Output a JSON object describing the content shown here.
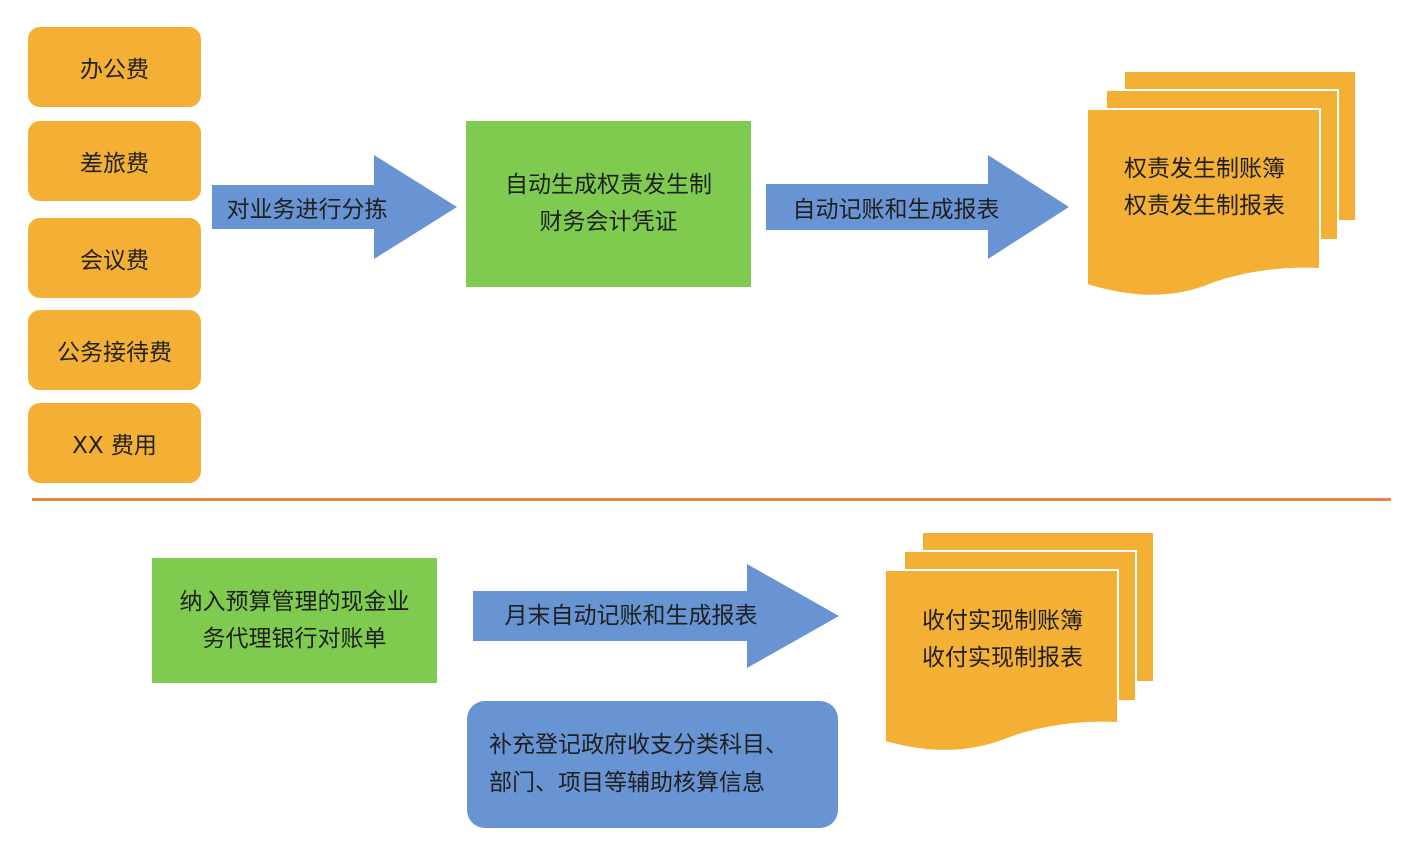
{
  "categories": [
    {
      "label": "办公费"
    },
    {
      "label": "差旅费"
    },
    {
      "label": "会议费"
    },
    {
      "label": "公务接待费"
    },
    {
      "label": "XX 费用"
    }
  ],
  "top": {
    "arrow1_label": "对业务进行分拣",
    "voucher_box": {
      "line1": "自动生成权责发生制",
      "line2": "财务会计凭证"
    },
    "arrow2_label": "自动记账和生成报表",
    "output_doc": {
      "line1": "权责发生制账簿",
      "line2": "权责发生制报表"
    }
  },
  "bottom": {
    "source_box": {
      "line1": "纳入预算管理的现金业",
      "line2": "务代理银行对账单"
    },
    "arrow_label": "月末自动记账和生成报表",
    "supplement_box": {
      "line1": "补充登记政府收支分类科目、",
      "line2": "部门、项目等辅助核算信息"
    },
    "output_doc": {
      "line1": "收付实现制账簿",
      "line2": "收付实现制报表"
    }
  },
  "colors": {
    "orange": "#f4b034",
    "green": "#7fcb4f",
    "blue": "#6894d3",
    "divider": "#e9824b"
  }
}
